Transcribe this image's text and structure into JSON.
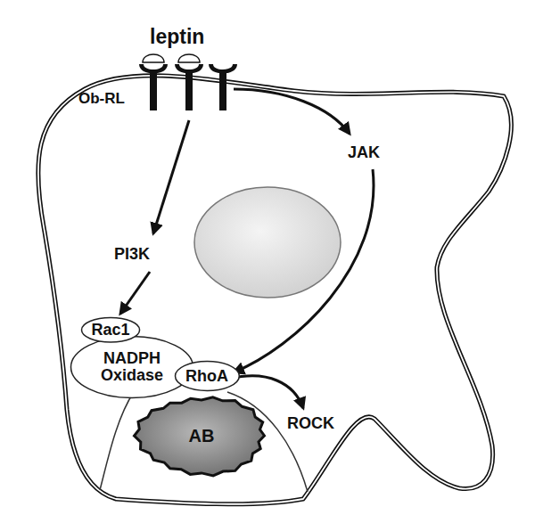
{
  "diagram": {
    "nodes": [
      {
        "text": [
          "Rac1"
        ]
      },
      {
        "text": [
          "NADPH Oxidase"
        ]
      },
      {
        "text": [
          "RhoA"
        ]
      },
      {
        "text": [
          "AB"
        ]
      }
    ],
    "edges": [],
    "labels": [
      "leptin",
      "Ob-RL",
      "PI3K",
      "JAK",
      "ROCK"
    ]
  }
}
